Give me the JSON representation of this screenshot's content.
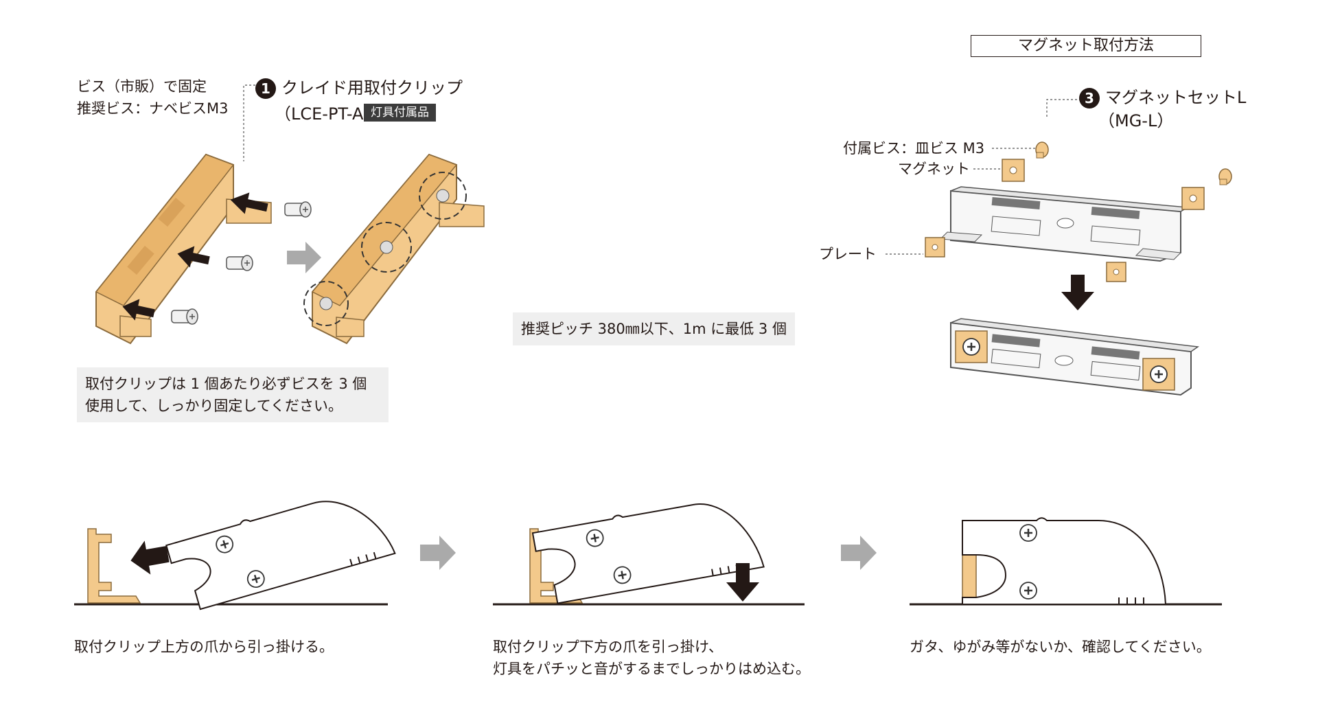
{
  "top_left": {
    "screw_note_line1": "ビス（市販）で固定",
    "screw_note_line2": "推奨ビス：ナベビスM3",
    "item1_number": "1",
    "item1_name": "クレイド用取付クリップ",
    "item1_code": "（LCE-PT-A）",
    "item1_tag": "灯具付属品",
    "warning_line1": "取付クリップは 1 個あたり必ずビスを 3 個",
    "warning_line2": "使用して、しっかり固定してください。"
  },
  "middle": {
    "pitch_note": "推奨ピッチ 380㎜以下、1m に最低 3 個"
  },
  "magnet": {
    "title": "マグネット取付方法",
    "item3_number": "3",
    "item3_name": "マグネットセットL",
    "item3_code": "（MG-L）",
    "label_screw": "付属ビス：皿ビス M3",
    "label_magnet": "マグネット",
    "label_plate": "プレート"
  },
  "steps": [
    {
      "text_line1": "取付クリップ上方の爪から引っ掛ける。",
      "text_line2": ""
    },
    {
      "text_line1": "取付クリップ下方の爪を引っ掛け、",
      "text_line2": "灯具をパチッと音がするまでしっかりはめ込む。"
    },
    {
      "text_line1": "ガタ、ゆがみ等がないか、確認してください。",
      "text_line2": ""
    }
  ],
  "colors": {
    "text": "#231815",
    "part_fill": "#f3c98b",
    "part_stroke": "#8a6a3c",
    "arrow_dark": "#231815",
    "arrow_light": "#aaaaaa",
    "note_bg": "#efefef",
    "tag_bg": "#3b3b3b"
  }
}
